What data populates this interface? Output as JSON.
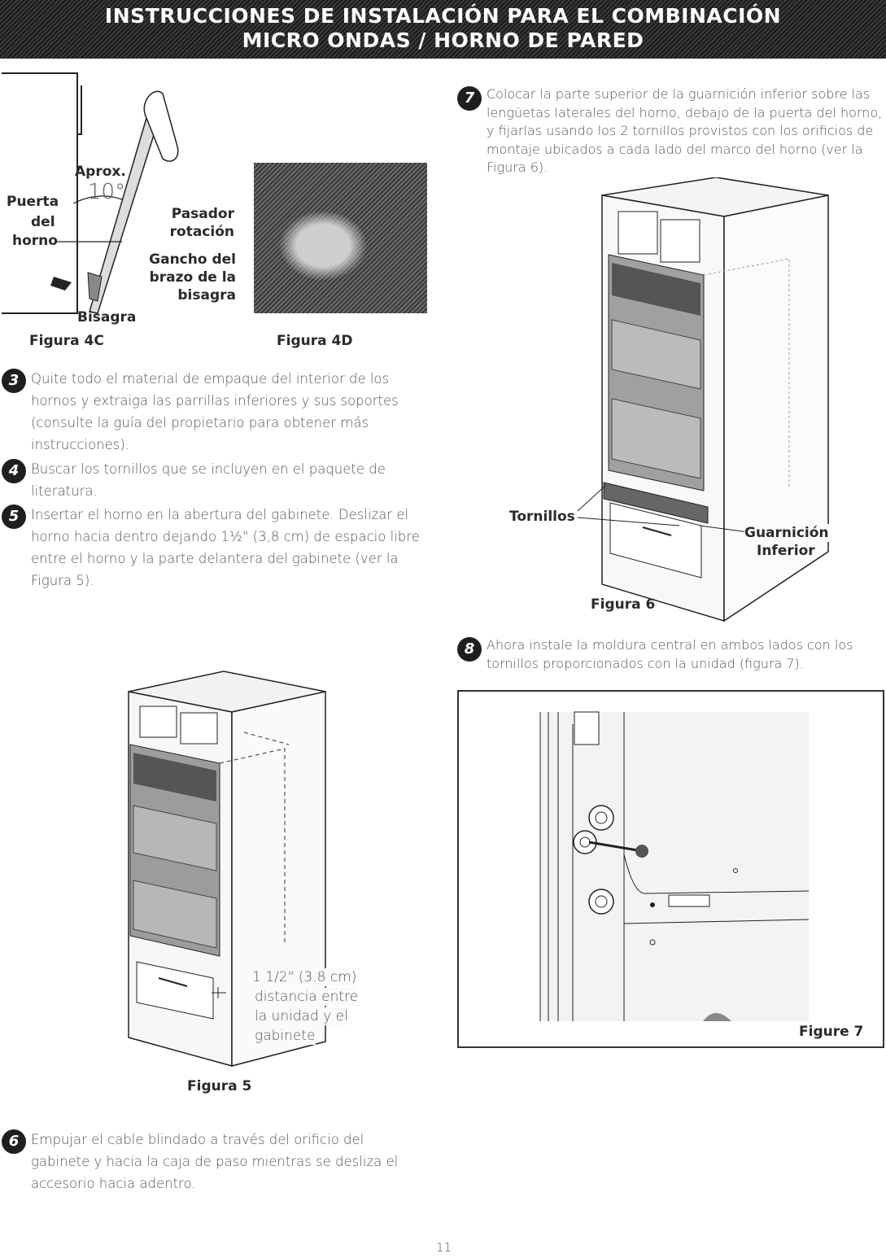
{
  "header": {
    "line1": "INSTRUCCIONES DE INSTALACIÓN PARA EL COMBINACIÓN",
    "line2": "MICRO ONDAS / HORNO DE PARED"
  },
  "figure_4c": {
    "caption": "Figura 4C",
    "aprox": "Aprox.",
    "angle": "10°",
    "door_label_1": "Puerta",
    "door_label_2": "del",
    "door_label_3": "horno",
    "hinge_label": "Bisagra"
  },
  "figure_4d": {
    "caption": "Figura 4D",
    "pin_label_1": "Pasador de",
    "pin_label_2": "rotación",
    "hook_label_1": "Gancho del",
    "hook_label_2": "brazo de la",
    "hook_label_3": "bisagra"
  },
  "steps": {
    "s3": {
      "num": "3",
      "text": "Quite todo el material de empaque del interior de los hornos y extraiga las parrillas inferiores y sus soportes (consulte la guía del propietario para obtener más instrucciones)."
    },
    "s4": {
      "num": "4",
      "text": "Buscar los tornillos que se incluyen en el paquete de literatura."
    },
    "s5": {
      "num": "5",
      "text": "Insertar el horno en la abertura del gabinete. Deslizar el horno hacia dentro dejando 1½\" (3,8 cm) de espacio libre entre el horno y la parte delantera del gabinete (ver la Figura 5)."
    },
    "s6": {
      "num": "6",
      "text": "Empujar el cable blindado a través del orificio del gabinete y hacia la caja de paso mientras se desliza el accesorio hacia adentro."
    },
    "s7": {
      "num": "7",
      "text": "Colocar la parte superior de la guarnición inferior sobre las lengüetas laterales del horno, debajo de la puerta del horno, y fijarlas usando los 2 tornillos provistos con los orificios de montaje ubicados a cada lado del marco del horno (ver la Figura 6)."
    },
    "s8": {
      "num": "8",
      "text": "Ahora instale la moldura central en ambos lados con los tornillos proporcionados con la unidad (figura 7)."
    }
  },
  "figure_5": {
    "caption": "Figura 5",
    "dim_1": "1 1/2\" (3.8 cm)",
    "dim_2": "distancia entre",
    "dim_3": "la unidad y el",
    "dim_4": "gabinete"
  },
  "figure_6": {
    "caption": "Figura 6",
    "screws_label": "Tornillos",
    "trim_label_1": "Guarnición",
    "trim_label_2": "Inferior"
  },
  "figure_7": {
    "caption": "Figure 7"
  },
  "page_number": "11"
}
